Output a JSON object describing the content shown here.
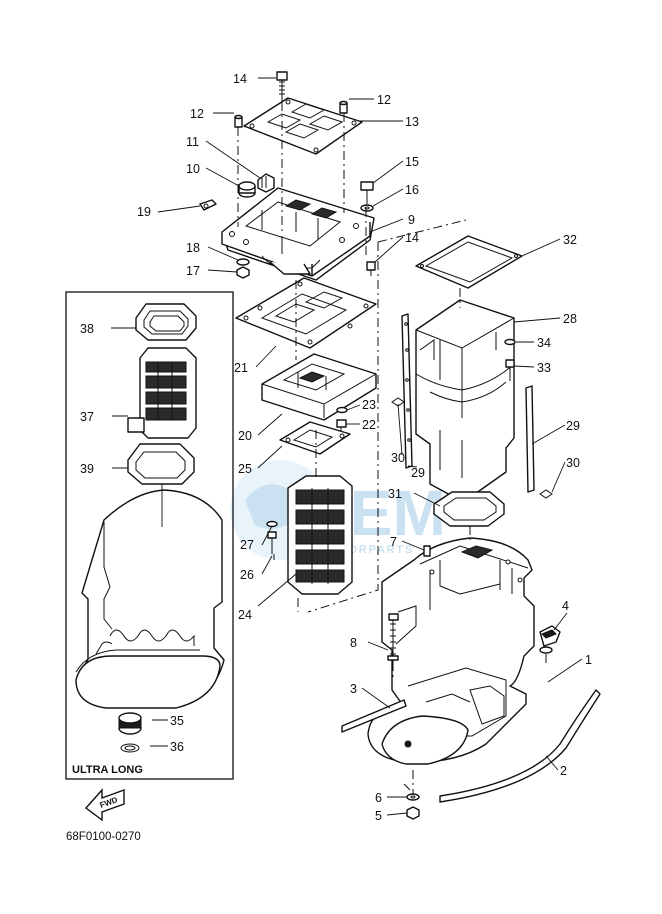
{
  "figure_code": "68F0100-0270",
  "inset_label": "ULTRA LONG",
  "fwd_label": "FWD",
  "watermark": {
    "main": "OEM",
    "sub": "MOTORPARTS"
  },
  "callouts": [
    "1",
    "2",
    "3",
    "4",
    "5",
    "6",
    "7",
    "8",
    "9",
    "10",
    "11",
    "12",
    "12",
    "13",
    "14",
    "14",
    "15",
    "16",
    "17",
    "18",
    "19",
    "20",
    "21",
    "22",
    "23",
    "24",
    "25",
    "26",
    "27",
    "28",
    "29",
    "29",
    "30",
    "30",
    "31",
    "32",
    "33",
    "34",
    "35",
    "36",
    "37",
    "38",
    "39"
  ],
  "colors": {
    "line": "#111111",
    "background": "#ffffff",
    "watermark": "#9fc9e6"
  }
}
